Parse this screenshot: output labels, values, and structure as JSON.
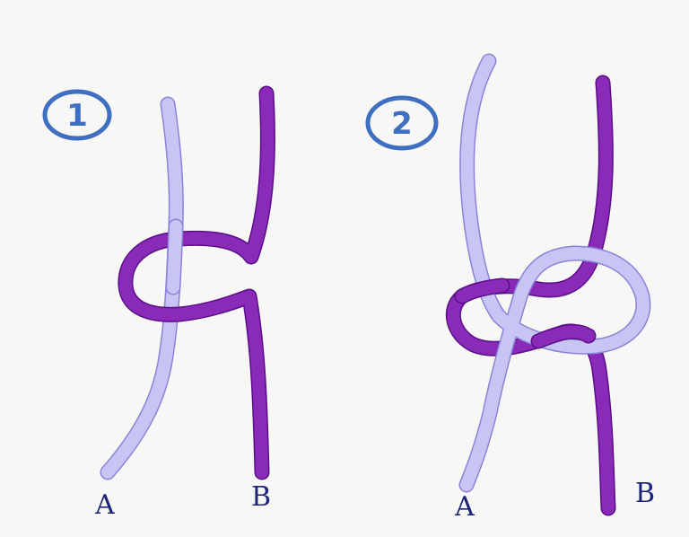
{
  "colors": {
    "paper": "#f7f7f5",
    "marker_blue": "#3f6fc0",
    "label_ink": "#1e2477",
    "cord_a_light": "#c8c4f4",
    "cord_a_dark": "#8a84d8",
    "cord_b_light": "#8a2ab8",
    "cord_b_dark": "#5a0f88"
  },
  "steps": [
    {
      "number": "1",
      "cord_labels": {
        "a": "A",
        "b": "B"
      }
    },
    {
      "number": "2",
      "cord_labels": {
        "a": "A",
        "b": "B"
      }
    }
  ]
}
